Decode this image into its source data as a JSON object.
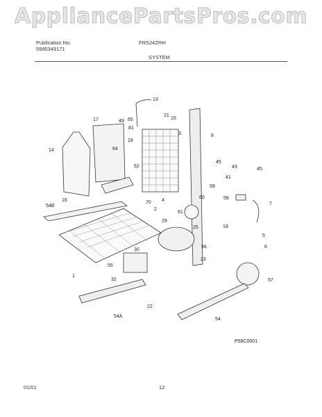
{
  "watermark": "AppliancePartsPros.com",
  "header": {
    "publication_label": "Publication No.",
    "publication_number": "5995349171",
    "model": "FRS24ZRH",
    "section": "SYSTEM"
  },
  "figure_code": "P58C0001",
  "footer": {
    "date": "01/01",
    "page": "12"
  },
  "part_labels": [
    "13",
    "17",
    "49",
    "65",
    "21",
    "15",
    "81",
    "3",
    "8",
    "14",
    "64",
    "18",
    "62",
    "45",
    "43",
    "45",
    "41",
    "16",
    "54B",
    "70",
    "2",
    "4",
    "59",
    "58",
    "7",
    "61",
    "60",
    "29",
    "25",
    "19",
    "5",
    "6",
    "30",
    "56",
    "55",
    "23",
    "1",
    "32",
    "57",
    "54A",
    "22",
    "54"
  ]
}
